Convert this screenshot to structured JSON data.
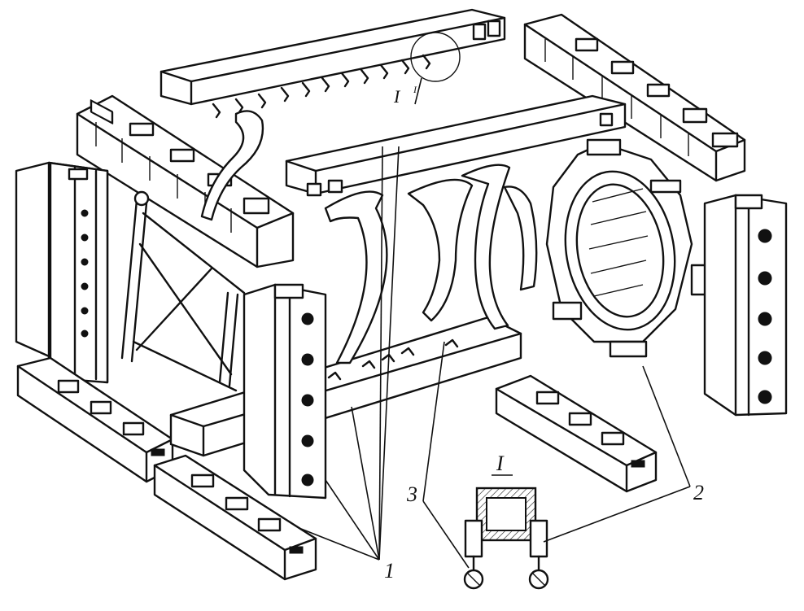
{
  "labels": {
    "one": "1",
    "two": "2",
    "three": "3",
    "detail_marker": "I",
    "detail_marker_sup": "I",
    "detail_title": "I"
  }
}
